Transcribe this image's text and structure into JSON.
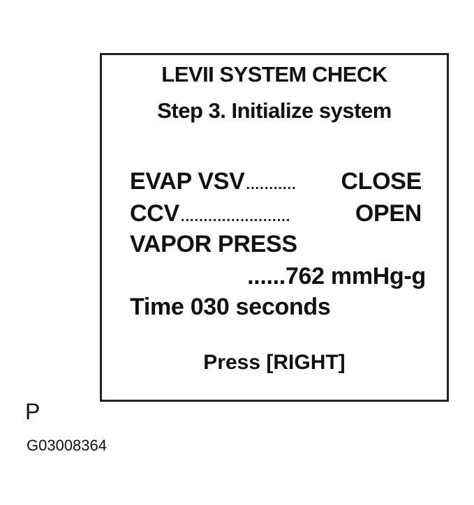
{
  "screen": {
    "title": "LEVII SYSTEM CHECK",
    "subtitle": "Step 3. Initialize system",
    "rows": [
      {
        "label": "EVAP VSV",
        "dots": "...........",
        "value": "CLOSE"
      },
      {
        "label": "CCV",
        "dots": "........................",
        "value": "OPEN"
      }
    ],
    "vapor_label": "VAPOR PRESS",
    "vapor_value": "......762 mmHg-g",
    "time_text": "Time  030 seconds",
    "prompt": "Press [RIGHT]"
  },
  "corner_label": "P",
  "figure_code": "G03008364"
}
